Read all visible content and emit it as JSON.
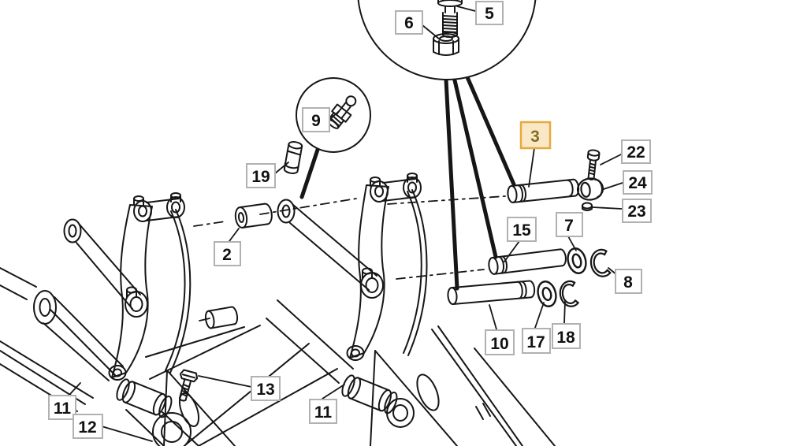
{
  "diagram": {
    "kind": "exploded-parts-line-drawing",
    "colors": {
      "background": "#ffffff",
      "line": "#161616",
      "label_box_fill": "#ffffff",
      "label_box_border": "#b1b1b1",
      "label_text": "#111111",
      "highlight_box_fill": "#f8e8c6",
      "highlight_box_border": "#e7a93f",
      "highlight_text": "#876c22"
    },
    "highlighted_label": "3"
  },
  "labels": {
    "n2": "2",
    "n3": "3",
    "n5": "5",
    "n6": "6",
    "n7": "7",
    "n8": "8",
    "n9": "9",
    "n10": "10",
    "n11a": "11",
    "n11b": "11",
    "n12": "12",
    "n13": "13",
    "n15": "15",
    "n17": "17",
    "n18": "18",
    "n19": "19",
    "n22": "22",
    "n23": "23",
    "n24": "24"
  }
}
